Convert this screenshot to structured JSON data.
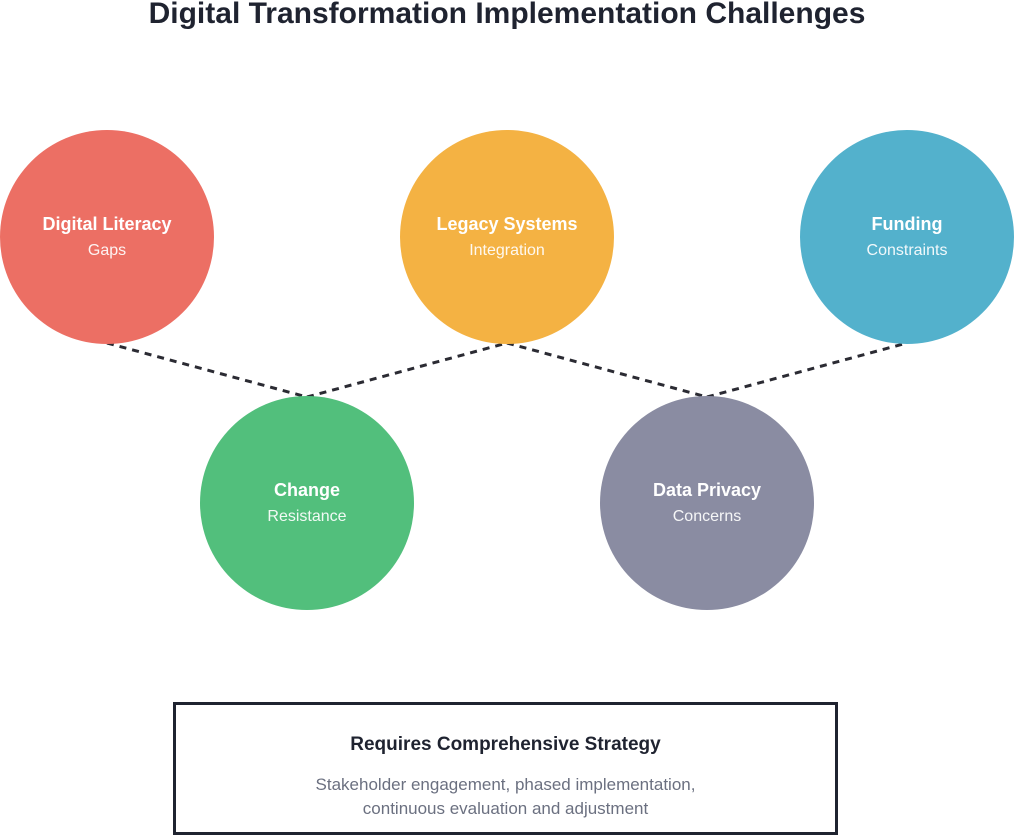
{
  "title": "Digital Transformation Implementation Challenges",
  "nodes": [
    {
      "label": "Digital Literacy",
      "sub": "Gaps",
      "color": "#ec6f64"
    },
    {
      "label": "Legacy Systems",
      "sub": "Integration",
      "color": "#f4b243"
    },
    {
      "label": "Funding",
      "sub": "Constraints",
      "color": "#53b1cc"
    },
    {
      "label": "Change",
      "sub": "Resistance",
      "color": "#52bf7c"
    },
    {
      "label": "Data Privacy",
      "sub": "Concerns",
      "color": "#8a8ca2"
    }
  ],
  "strategy": {
    "title": "Requires Comprehensive Strategy",
    "line1": "Stakeholder engagement, phased implementation,",
    "line2": "continuous evaluation and adjustment"
  }
}
